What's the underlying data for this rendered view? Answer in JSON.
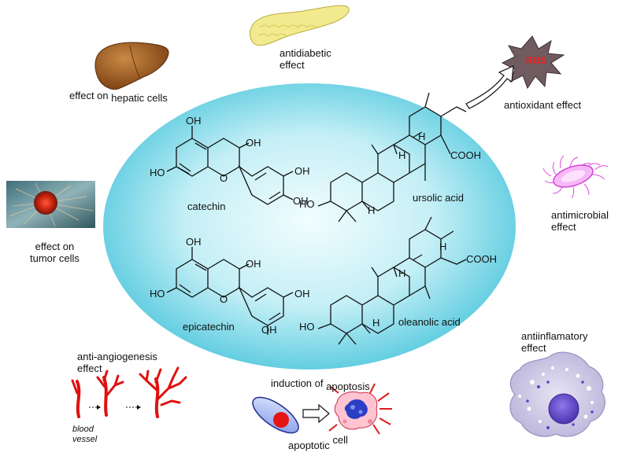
{
  "effects": {
    "antidiabetic": "antidiabetic\neffect",
    "hepatic_effect_on": "effect on",
    "hepatic_cells": "hepatic cells",
    "antioxidant": "antioxidant effect",
    "ros": "ROS",
    "tumor": "effect on\ntumor cells",
    "antimicrobial": "antimicrobial\neffect",
    "antiangiogenesis": "anti-angiogenesis\neffect",
    "blood_vessel": "blood\nvessel",
    "apoptosis_induction": "induction of",
    "apoptosis_word": "apoptosis",
    "apoptotic": "apoptotic",
    "apoptotic_cell": "cell",
    "antiinflammatory": "antiinflamatory\neffect"
  },
  "compounds": {
    "catechin": "catechin",
    "epicatechin": "epicatechin",
    "ursolic": "ursolic acid",
    "oleanolic": "oleanolic acid"
  },
  "atoms": {
    "oh": "OH",
    "ho": "HO",
    "o": "O",
    "h": "H",
    "cooh": "COOH"
  },
  "colors": {
    "ellipse_center": "#e6fafc",
    "ellipse_edge": "#4cc7dc",
    "liver": "#9a5a1e",
    "pancreas": "#f0e68a",
    "ros_star": "#6e5a5e",
    "ros_text": "#ff1a1a",
    "microbe": "#e85ae8",
    "vessel": "#e01010",
    "macrophage": "#cfcbe6",
    "nucleus": "#7b5fd6"
  }
}
